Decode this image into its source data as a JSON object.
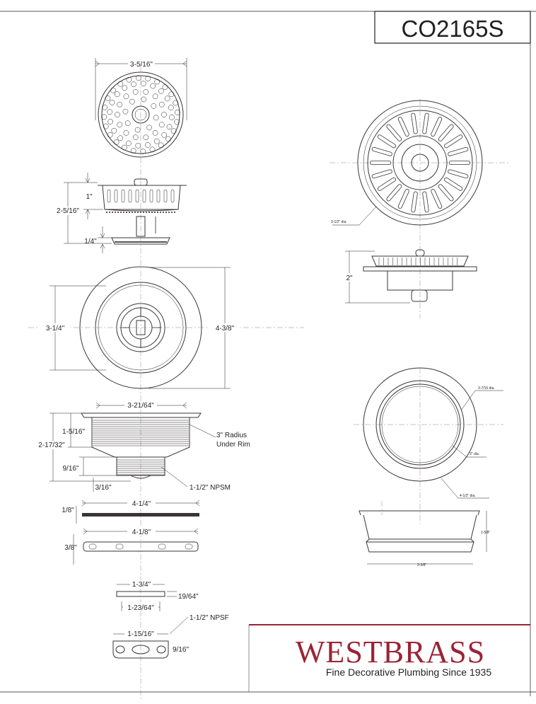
{
  "title_block": {
    "model": "CO2165S"
  },
  "brand": {
    "name": "WESTBRASS",
    "tagline": "Fine Decorative Plumbing Since 1935",
    "color": "#9b2335"
  },
  "strainer_top": {
    "width": "3-5/16\""
  },
  "strainer_side": {
    "total": "2-5/16\"",
    "basket": "1\"",
    "stem": "1/4\""
  },
  "flange_top": {
    "inner": "3-1/4\"",
    "outer": "4-3/8\""
  },
  "body_side": {
    "width": "3-21/64\"",
    "upper": "1-5/16\"",
    "total": "2-17/32\"",
    "lower": "9/16\"",
    "bottom": "3/16\"",
    "radius_note": "3\" Radius",
    "radius_note2": "Under Rim",
    "thread": "1-1/2\" NPSM"
  },
  "gasket": {
    "thick": "1/8\"",
    "width": "4-1/4\""
  },
  "washer": {
    "thick": "3/8\"",
    "width": "4-1/8\""
  },
  "nut": {
    "width": "1-3/4\"",
    "height": "19/64\"",
    "inner": "1-23/64\""
  },
  "coupling": {
    "thread": "1-1/2\" NPSF",
    "width": "1-15/16\"",
    "height": "9/16\""
  },
  "stopper_top": {
    "dia": "3-1/2\" dia."
  },
  "stopper_side": {
    "height": "2\""
  },
  "collar_top": {
    "d1": "3-7/16 dia.",
    "d2": "3\" dia.",
    "d3": "4-1/2\" dia."
  },
  "collar_side": {
    "height": "1-5/8\"",
    "width": "3-3/8\""
  }
}
